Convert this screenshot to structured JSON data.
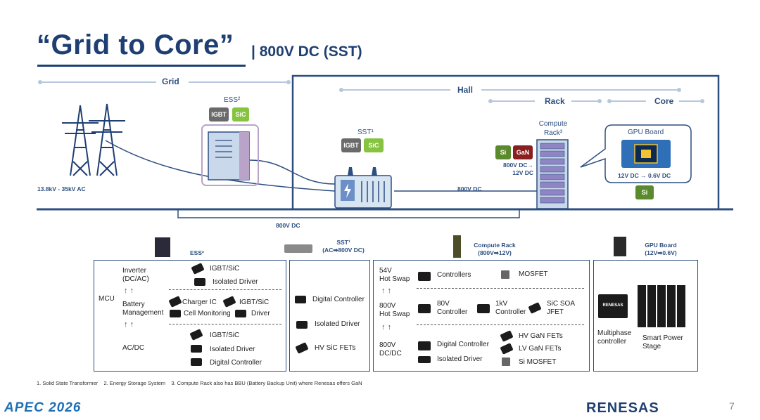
{
  "title": {
    "main": "“Grid to Core”",
    "sub": "| 800V DC (SST)"
  },
  "zones": {
    "grid": "Grid",
    "hall": "Hall",
    "rack": "Rack",
    "core": "Core"
  },
  "diagram": {
    "ess_label": "ESS²",
    "sst_label": "SST¹",
    "compute_rack_label": "Compute\nRack³",
    "gpu_board_label": "GPU Board",
    "grid_voltage": "13.8kV - 35kV AC",
    "hall_bus": "800V DC",
    "bottom_bus": "800V DC",
    "rack_conv": "800V DC→\n12V DC",
    "gpu_conv": "12V DC → 0.6V DC",
    "tags": {
      "igbt": "IGBT",
      "sic": "SiC",
      "si": "Si",
      "gan": "GaN"
    }
  },
  "bottom": {
    "ess": {
      "header": "ESS²",
      "mcu": "MCU",
      "inverter": "Inverter\n(DC/AC)",
      "bms": "Battery\nManagement",
      "acdc": "AC/DC",
      "inv_items": [
        "IGBT/SiC",
        "Isolated Driver"
      ],
      "bms_items": [
        "Charger IC",
        "IGBT/SiC",
        "Cell Monitoring",
        "Driver"
      ],
      "acdc_items": [
        "IGBT/SiC",
        "Isolated Driver",
        "Digital Controller"
      ]
    },
    "sst": {
      "header": "SST¹\n(AC➡800V DC)",
      "items": [
        "Digital Controller",
        "Isolated Driver",
        "HV SiC FETs"
      ]
    },
    "rack": {
      "header": "Compute Rack\n(800V➡12V)",
      "row1_label": "54V\nHot Swap",
      "row1_items": [
        "Controllers",
        "MOSFET"
      ],
      "row2_label": "800V\nHot Swap",
      "row2_items": [
        "80V\nController",
        "1kV\nController",
        "SiC SOA\nJFET"
      ],
      "row3_label": "800V\nDC/DC",
      "row3_items": [
        "Digital Controller",
        "Isolated Driver",
        "HV GaN FETs",
        "LV GaN FETs",
        "Si MOSFET"
      ]
    },
    "gpu": {
      "header": "GPU Board\n(12V➡0.6V)",
      "items": [
        "Multiphase\ncontroller",
        "Smart Power\nStage"
      ],
      "chip_brand": "RENESAS"
    }
  },
  "footnote": "1. Solid State Transformer    2. Energy Storage System    3. Compute Rack also has BBU (Battery Backup Unit) where Renesas offers GaN",
  "footer": {
    "event": "APEC 2026",
    "brand": "RENESAS",
    "page": "7"
  }
}
